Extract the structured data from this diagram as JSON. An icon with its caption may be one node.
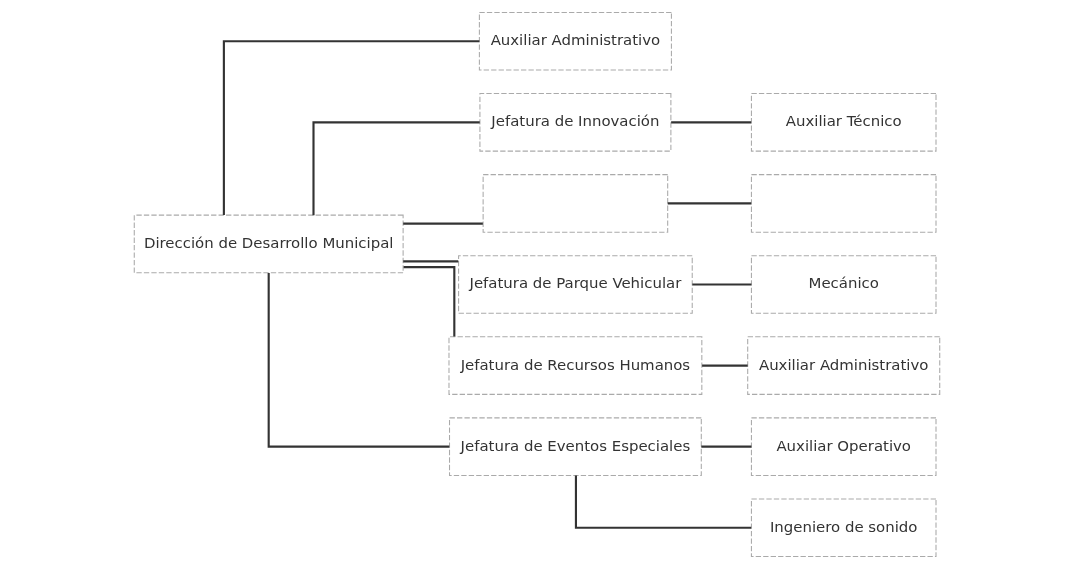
{
  "diagram": {
    "nodes": [
      {
        "text": [
          "Dirección de Desarrollo Municipal"
        ]
      },
      {
        "text": [
          "Auxiliar Administrativo"
        ]
      },
      {
        "text": [
          "Jefatura de Innovación"
        ]
      },
      {
        "text": [],
        "shape": "box"
      },
      {
        "text": [
          "Jefatura de Parque Vehicular"
        ]
      },
      {
        "text": [
          "Jefatura de Recursos Humanos"
        ]
      },
      {
        "text": [
          "Jefatura de Eventos Especiales"
        ]
      },
      {
        "text": [
          "Auxiliar Técnico"
        ]
      },
      {
        "text": [],
        "shape": "box"
      },
      {
        "text": [
          "Mecánico"
        ]
      },
      {
        "text": [
          "Auxiliar Administrativo"
        ]
      },
      {
        "text": [
          "Auxiliar Operativo"
        ]
      },
      {
        "text": [
          "Ingeniero de sonido"
        ]
      }
    ],
    "edges": [
      {
        "from": 0,
        "to": 1,
        "arrow": "none"
      },
      {
        "from": 0,
        "to": 2,
        "arrow": "none"
      },
      {
        "from": 0,
        "to": 3,
        "arrow": "none"
      },
      {
        "from": 0,
        "to": 4,
        "arrow": "none"
      },
      {
        "from": 0,
        "to": 5,
        "arrow": "none"
      },
      {
        "from": 0,
        "to": 6,
        "arrow": "none"
      },
      {
        "from": 2,
        "to": 7,
        "arrow": "none"
      },
      {
        "from": 3,
        "to": 8,
        "arrow": "none"
      },
      {
        "from": 4,
        "to": 9,
        "arrow": "none"
      },
      {
        "from": 5,
        "to": 10,
        "arrow": "none"
      },
      {
        "from": 6,
        "to": 11,
        "arrow": "none"
      },
      {
        "from": 6,
        "to": 12,
        "arrow": "none"
      }
    ]
  }
}
